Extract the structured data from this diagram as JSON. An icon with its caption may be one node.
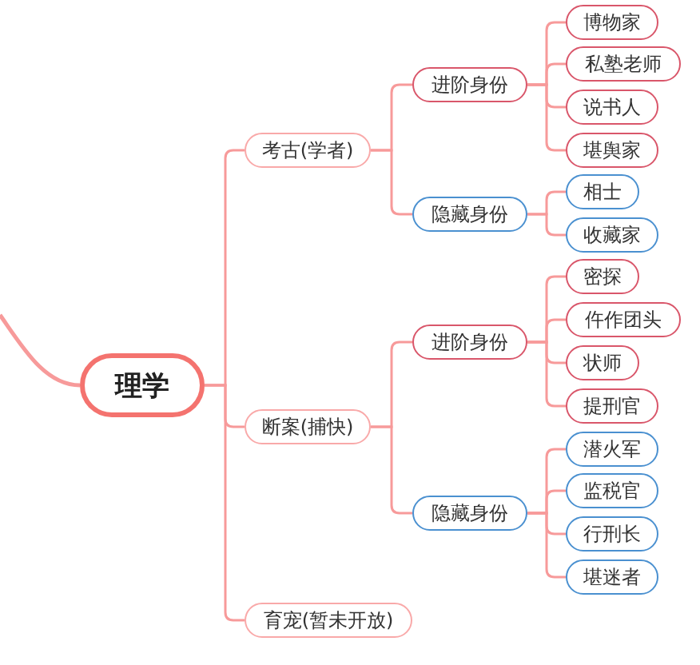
{
  "diagram": {
    "nodes": [
      {
        "text": [
          "理学"
        ]
      },
      {
        "text": [
          "考古(学者)"
        ]
      },
      {
        "text": [
          "进阶身份"
        ]
      },
      {
        "text": [
          "博物家"
        ]
      },
      {
        "text": [
          "私塾老师"
        ]
      },
      {
        "text": [
          "说书人"
        ]
      },
      {
        "text": [
          "堪舆家"
        ]
      },
      {
        "text": [
          "隐藏身份"
        ]
      },
      {
        "text": [
          "相士"
        ]
      },
      {
        "text": [
          "收藏家"
        ]
      },
      {
        "text": [
          "断案(捕快)"
        ]
      },
      {
        "text": [
          "进阶身份"
        ]
      },
      {
        "text": [
          "密探"
        ]
      },
      {
        "text": [
          "仵作团头"
        ]
      },
      {
        "text": [
          "状师"
        ]
      },
      {
        "text": [
          "提刑官"
        ]
      },
      {
        "text": [
          "隐藏身份"
        ]
      },
      {
        "text": [
          "潜火军"
        ]
      },
      {
        "text": [
          "监税官"
        ]
      },
      {
        "text": [
          "行刑长"
        ]
      },
      {
        "text": [
          "堪迷者"
        ]
      },
      {
        "text": [
          "育宠(暂未开放)"
        ]
      }
    ],
    "edges": [
      {
        "from": null,
        "to": 0,
        "arrow": "none"
      },
      {
        "from": 0,
        "to": 1,
        "arrow": "none"
      },
      {
        "from": 0,
        "to": 10,
        "arrow": "none"
      },
      {
        "from": 0,
        "to": 21,
        "arrow": "none"
      },
      {
        "from": 1,
        "to": 2,
        "arrow": "none"
      },
      {
        "from": 1,
        "to": 7,
        "arrow": "none"
      },
      {
        "from": 2,
        "to": 3,
        "arrow": "none"
      },
      {
        "from": 2,
        "to": 4,
        "arrow": "none"
      },
      {
        "from": 2,
        "to": 5,
        "arrow": "none"
      },
      {
        "from": 2,
        "to": 6,
        "arrow": "none"
      },
      {
        "from": 7,
        "to": 8,
        "arrow": "none"
      },
      {
        "from": 7,
        "to": 9,
        "arrow": "none"
      },
      {
        "from": 10,
        "to": 11,
        "arrow": "none"
      },
      {
        "from": 10,
        "to": 16,
        "arrow": "none"
      },
      {
        "from": 11,
        "to": 12,
        "arrow": "none"
      },
      {
        "from": 11,
        "to": 13,
        "arrow": "none"
      },
      {
        "from": 11,
        "to": 14,
        "arrow": "none"
      },
      {
        "from": 11,
        "to": 15,
        "arrow": "none"
      },
      {
        "from": 16,
        "to": 17,
        "arrow": "none"
      },
      {
        "from": 16,
        "to": 18,
        "arrow": "none"
      },
      {
        "from": 16,
        "to": 19,
        "arrow": "none"
      },
      {
        "from": 16,
        "to": 20,
        "arrow": "none"
      }
    ]
  }
}
